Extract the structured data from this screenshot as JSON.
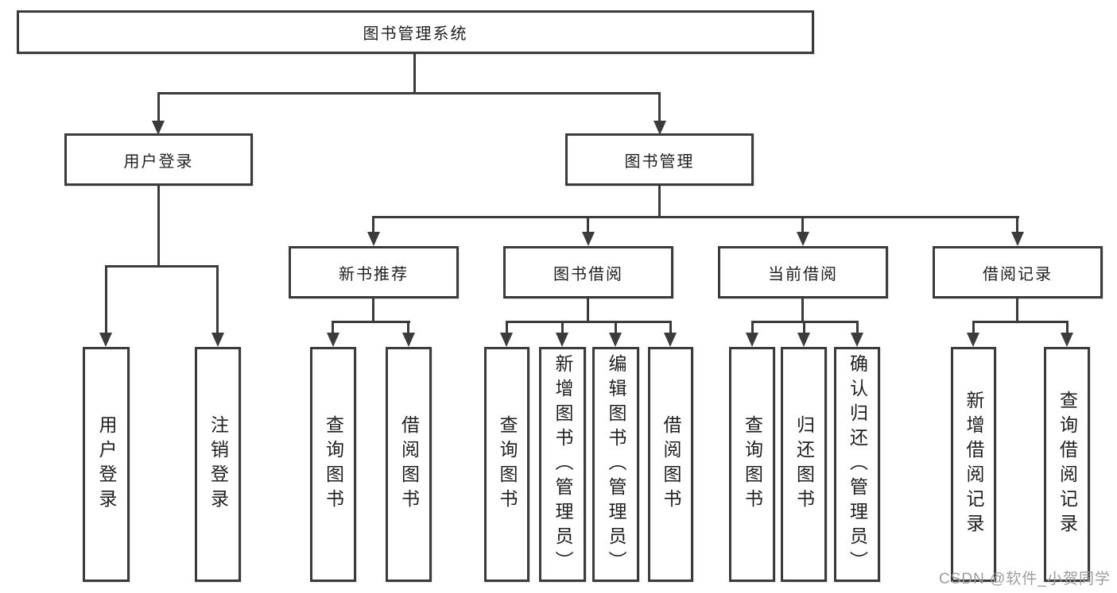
{
  "diagram": {
    "type": "hierarchy-tree",
    "title": "图书管理系统",
    "colors": {
      "line": "#3b3b3b",
      "box_border": "#3b3b3b",
      "box_fill": "#ffffff",
      "text": "#1f1f1f",
      "watermark": "#9c9c9c",
      "background": "#ffffff"
    },
    "nodes": {
      "root": {
        "label": "图书管理系统"
      },
      "user_login": {
        "label": "用户登录"
      },
      "book_mgmt": {
        "label": "图书管理"
      },
      "new_book_rec": {
        "label": "新书推荐"
      },
      "book_borrow": {
        "label": "图书借阅"
      },
      "current_borrow": {
        "label": "当前借阅"
      },
      "borrow_records": {
        "label": "借阅记录"
      },
      "ul_login": {
        "label": "用户登录"
      },
      "ul_logout": {
        "label": "注销登录"
      },
      "nb_query": {
        "label": "查询图书"
      },
      "nb_borrow": {
        "label": "借阅图书"
      },
      "bb_query": {
        "label": "查询图书"
      },
      "bb_add": {
        "label": "新增图书（管理员）"
      },
      "bb_edit": {
        "label": "编辑图书（管理员）"
      },
      "bb_borrow": {
        "label": "借阅图书"
      },
      "cb_query": {
        "label": "查询图书"
      },
      "cb_return": {
        "label": "归还图书"
      },
      "cb_confirm": {
        "label": "确认归还（管理员）"
      },
      "br_add": {
        "label": "新增借阅记录"
      },
      "br_query": {
        "label": "查询借阅记录"
      }
    },
    "hierarchy": {
      "图书管理系统": {
        "用户登录": [
          "用户登录",
          "注销登录"
        ],
        "图书管理": {
          "新书推荐": [
            "查询图书",
            "借阅图书"
          ],
          "图书借阅": [
            "查询图书",
            "新增图书（管理员）",
            "编辑图书（管理员）",
            "借阅图书"
          ],
          "当前借阅": [
            "查询图书",
            "归还图书",
            "确认归还（管理员）"
          ],
          "借阅记录": [
            "新增借阅记录",
            "查询借阅记录"
          ]
        }
      }
    },
    "watermark": "CSDN @软件_小贺同学"
  }
}
